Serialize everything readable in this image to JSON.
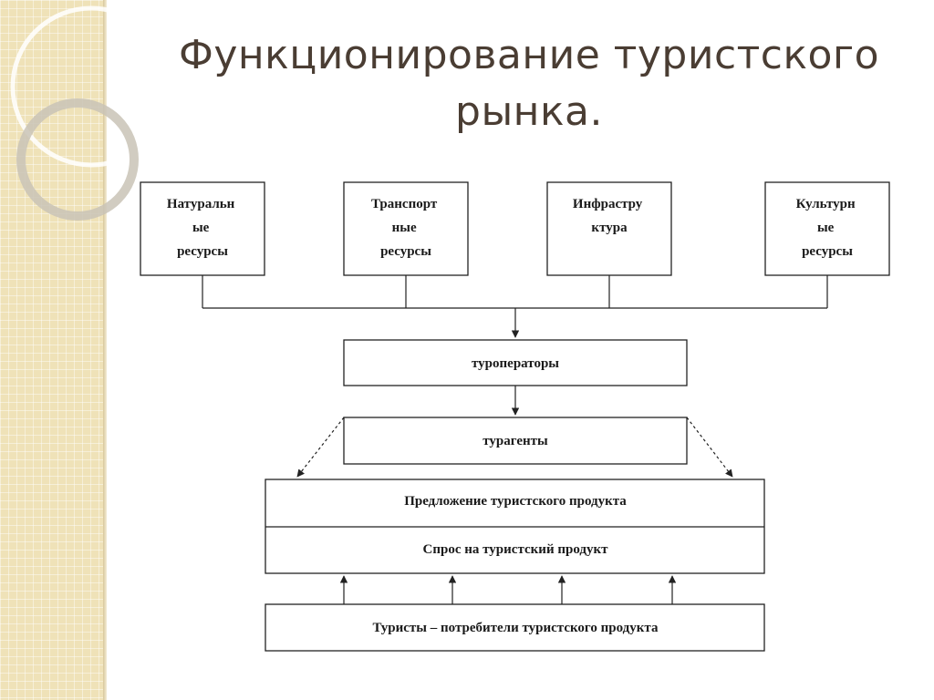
{
  "title": {
    "line1": "Функционирование туристского",
    "line2": "рынка."
  },
  "resources": [
    {
      "lines": [
        "Натуральн",
        "ые",
        "ресурсы"
      ]
    },
    {
      "lines": [
        "Транспорт",
        "ные",
        "ресурсы"
      ]
    },
    {
      "lines": [
        "Инфрастру",
        "ктура"
      ]
    },
    {
      "lines": [
        "Культурн",
        "ые",
        "ресурсы"
      ]
    }
  ],
  "operators": "туроператоры",
  "agents": "турагенты",
  "supply": "Предложение туристского продукта",
  "demand": "Спрос на туристский продукт",
  "tourists": "Туристы – потребители туристского продукта",
  "colors": {
    "title": "#4a3d33",
    "panel": "#efe2b8",
    "line": "#222222"
  }
}
